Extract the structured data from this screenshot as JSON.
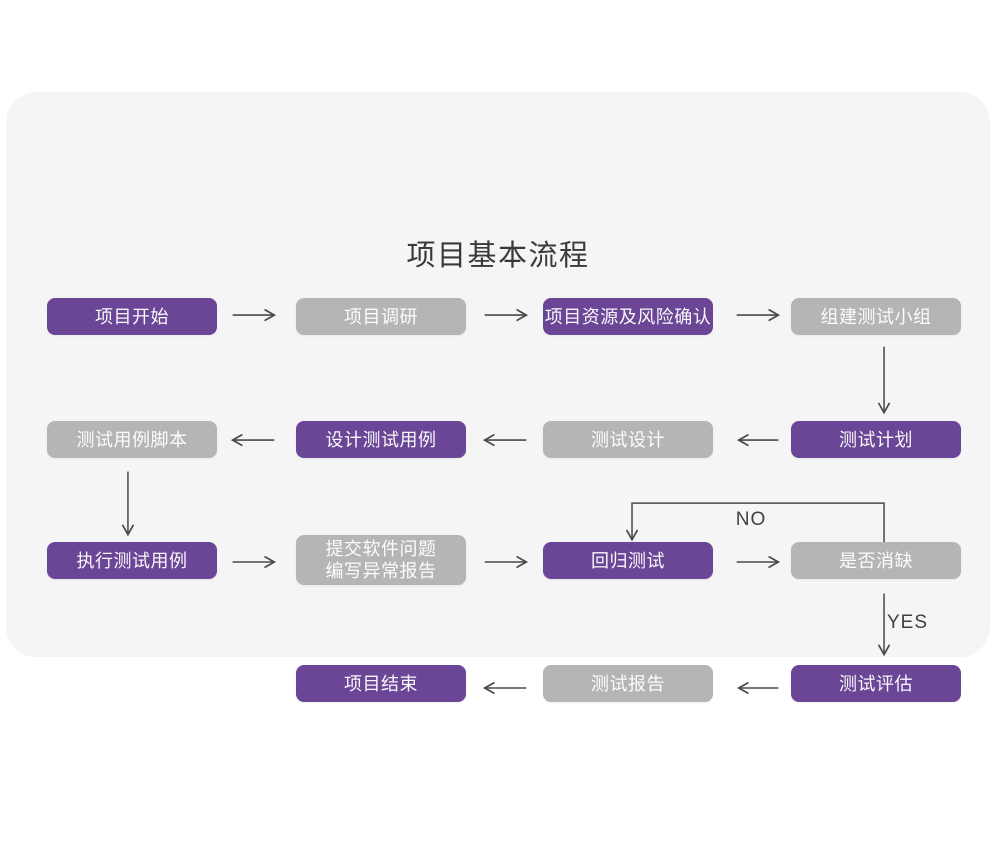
{
  "page": {
    "title": "项目基本流程"
  },
  "colors": {
    "accent_purple": "#6b4696",
    "node_gray": "#b5b5b5",
    "canvas_bg": "#f5f5f6",
    "arrow_color": "#4a4a4a",
    "title_color": "#3a3a3a"
  },
  "flow": {
    "decision_labels": {
      "no": "NO",
      "yes": "YES"
    },
    "nodes": [
      {
        "text": "项目开始",
        "variant": "purple"
      },
      {
        "text": "项目调研",
        "variant": "gray"
      },
      {
        "text": "项目资源及风险确认",
        "variant": "purple"
      },
      {
        "text": "组建测试小组",
        "variant": "gray"
      },
      {
        "text": "测试计划",
        "variant": "purple"
      },
      {
        "text": "测试设计",
        "variant": "gray"
      },
      {
        "text": "设计测试用例",
        "variant": "purple"
      },
      {
        "text": "测试用例脚本",
        "variant": "gray"
      },
      {
        "text": "执行测试用例",
        "variant": "purple"
      },
      {
        "text": "提交软件问题\n编写异常报告",
        "variant": "gray"
      },
      {
        "text": "回归测试",
        "variant": "purple"
      },
      {
        "text": "是否消缺",
        "variant": "gray"
      },
      {
        "text": "测试评估",
        "variant": "purple"
      },
      {
        "text": "测试报告",
        "variant": "gray"
      },
      {
        "text": "项目结束",
        "variant": "purple"
      }
    ]
  }
}
